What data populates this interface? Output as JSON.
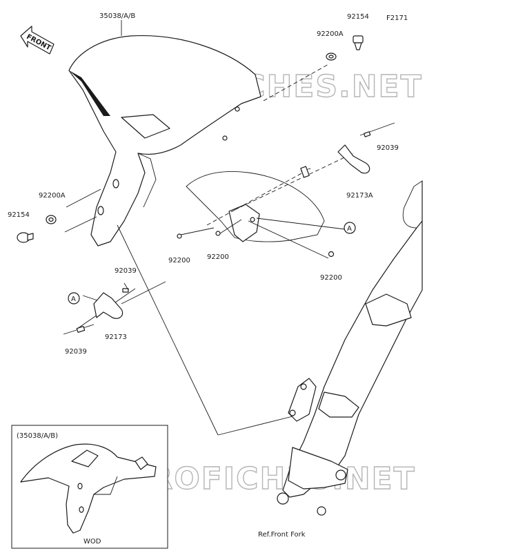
{
  "diagram_code": "F2171",
  "front_arrow_label": "FRONT",
  "watermark": "MICROFICHES.NET",
  "labels": {
    "fender": "35038/A/B",
    "bolt_top": "92154",
    "washer_top": "92200A",
    "bolt_left": "92154",
    "washer_left": "92200A",
    "clamp_right": "92173A",
    "tie_right": "92039",
    "clamp_left": "92173",
    "tie_left_top": "92039",
    "tie_left_bottom": "92039",
    "washer_a": "92200",
    "washer_b": "92200",
    "washer_c": "92200",
    "ref_a1": "A",
    "ref_a2": "A",
    "ref_fork": "Ref.Front Fork"
  },
  "inset": {
    "title": "(35038/A/B)",
    "caption": "WOD"
  }
}
